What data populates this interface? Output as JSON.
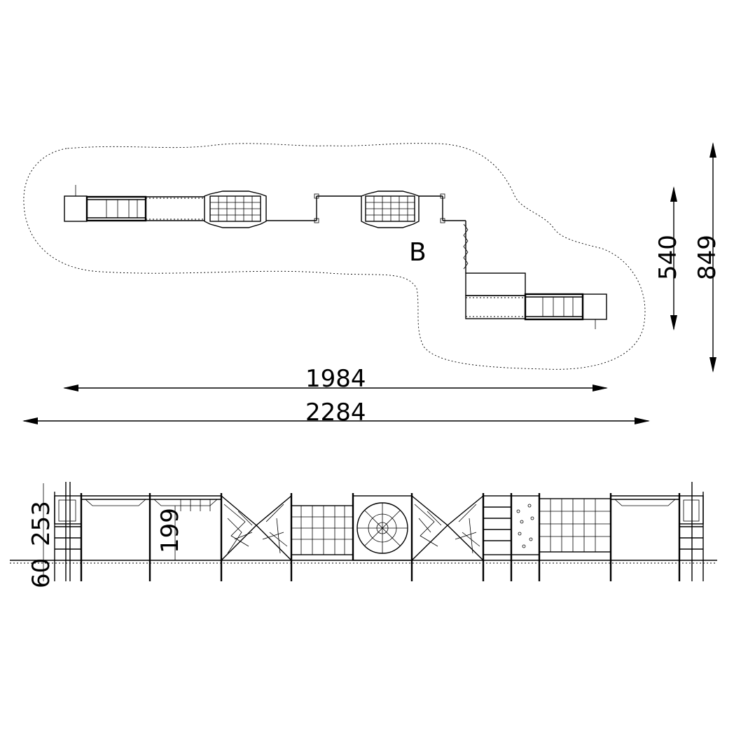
{
  "plan_view": {
    "area_label": "B",
    "dim_depth_inner": "540",
    "dim_depth_outer": "849",
    "dim_width_inner": "1984",
    "dim_width_outer": "2284"
  },
  "elevation_view": {
    "dim_height_total": "253",
    "dim_height_platform": "199",
    "dim_depth_below": "60"
  }
}
